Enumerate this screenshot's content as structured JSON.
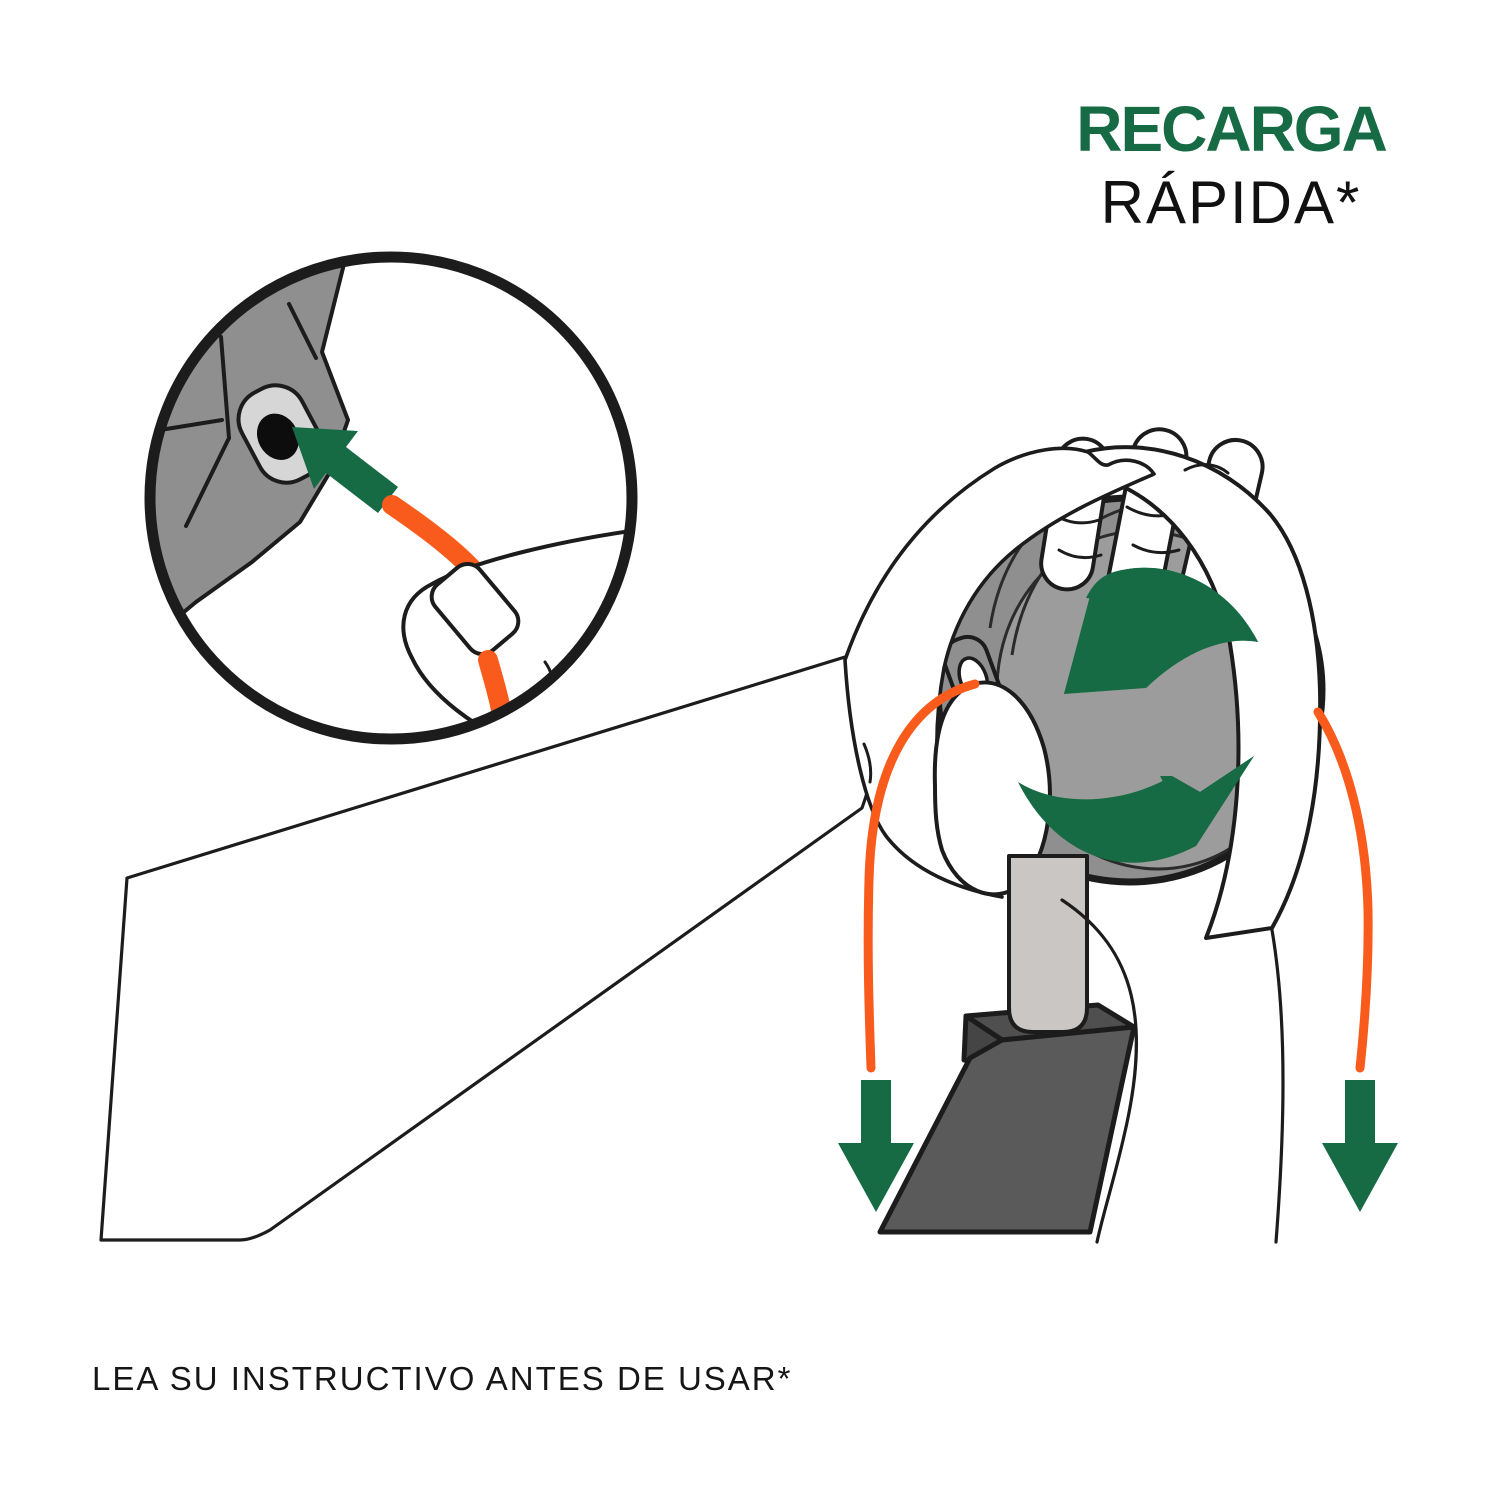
{
  "header": {
    "title_line1": "RECARGA",
    "title_line2": "RÁPIDA*"
  },
  "footer": {
    "disclaimer": "LEA SU INSTRUCTIVO ANTES DE USAR*"
  },
  "colors": {
    "accent_green": "#166B45",
    "line_orange": "#F95B1D",
    "ink": "#1C1C1C",
    "spool_gray": "#8F8F8F",
    "spool_face_gray": "#9C9C9C",
    "shaft_gray": "#C9C6C3",
    "guard_gray": "#5A5A5A",
    "eyelet_plate_gray": "#D6D6D6"
  },
  "illustration": {
    "subject": "hands-rotating-string-trimmer-spool-head-to-reload-line",
    "icons": [
      {
        "name": "insert-arrow-icon",
        "meaning": "insert trimmer line into eyelet",
        "shape": "solid green arrow"
      },
      {
        "name": "rotation-arrows-icon",
        "meaning": "rotate spool head",
        "shape": "two green circular arrows"
      },
      {
        "name": "down-arrow-left-icon",
        "meaning": "line feeds out downward",
        "shape": "solid green down arrow"
      },
      {
        "name": "down-arrow-right-icon",
        "meaning": "line feeds out downward",
        "shape": "solid green down arrow"
      },
      {
        "name": "detail-magnifier-circle",
        "meaning": "zoomed detail of eyelet",
        "shape": "black outlined circle"
      }
    ]
  }
}
